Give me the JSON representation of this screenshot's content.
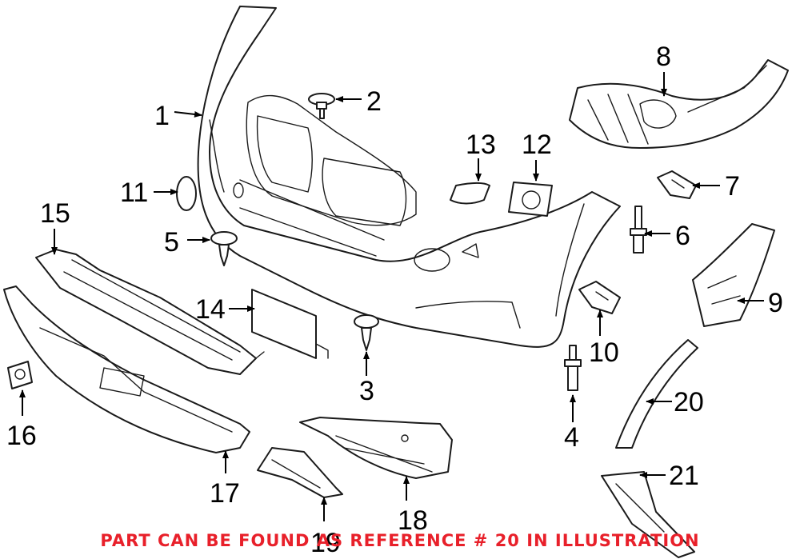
{
  "diagram": {
    "callouts": {
      "c1": "1",
      "c2": "2",
      "c3": "3",
      "c4": "4",
      "c5": "5",
      "c6": "6",
      "c7": "7",
      "c8": "8",
      "c9": "9",
      "c10": "10",
      "c11": "11",
      "c12": "12",
      "c13": "13",
      "c14": "14",
      "c15": "15",
      "c16": "16",
      "c17": "17",
      "c18": "18",
      "c19": "19",
      "c20": "20",
      "c21": "21"
    },
    "notice": "PART CAN BE FOUND AS REFERENCE # 20 IN ILLUSTRATION",
    "colors": {
      "notice": "#e8202a",
      "line": "#1a1a1a"
    }
  }
}
